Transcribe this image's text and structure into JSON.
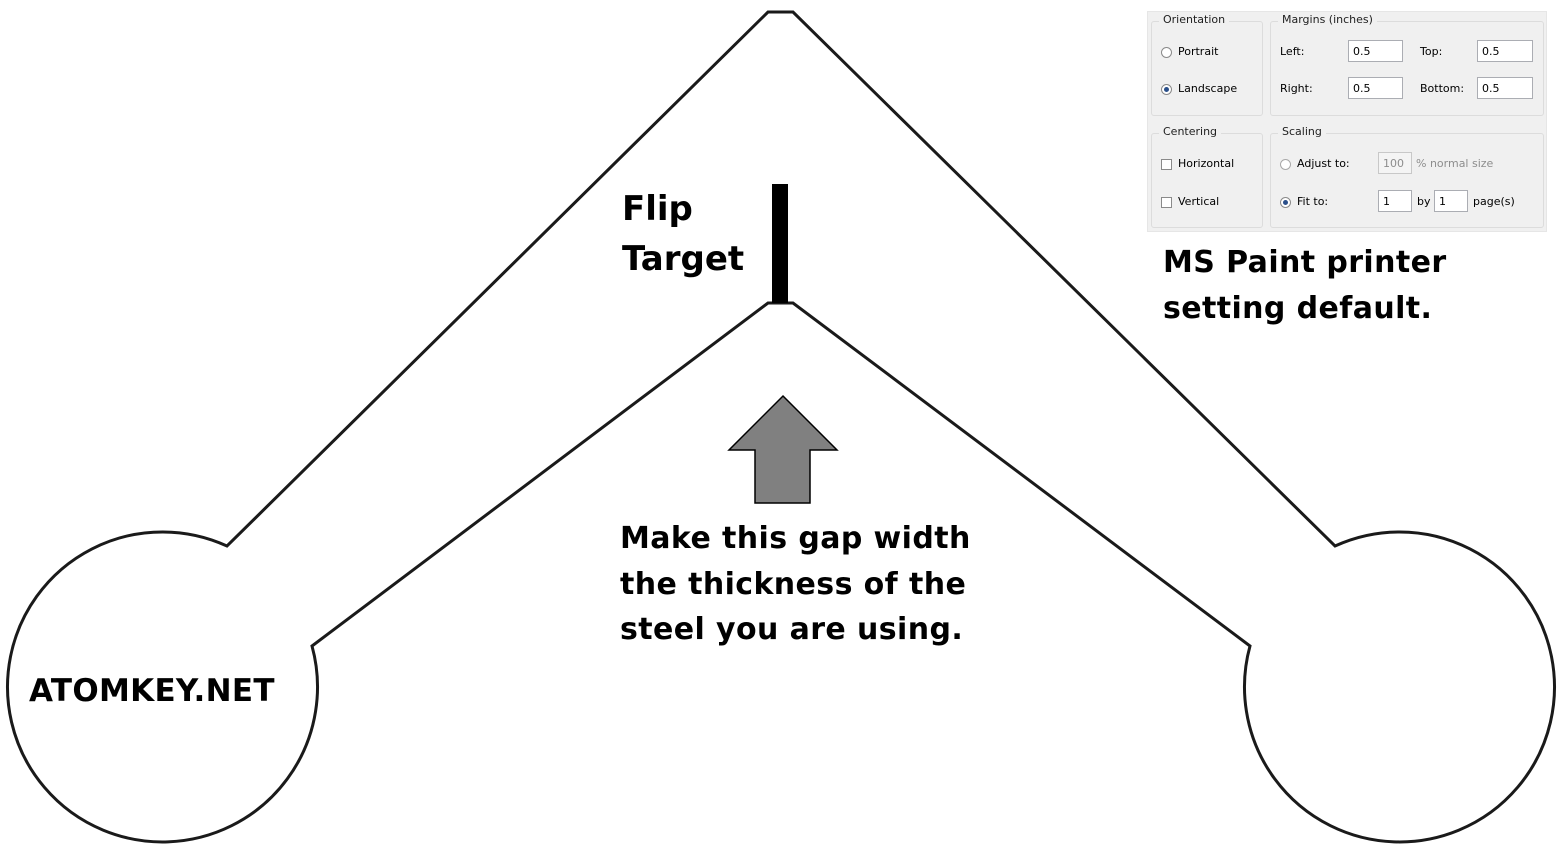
{
  "labels": {
    "flip_line1": "Flip",
    "flip_line2": "Target",
    "gap_line1": "Make this gap width",
    "gap_line2": "the thickness of the",
    "gap_line3": "steel you are using.",
    "site": "ATOMKEY.NET",
    "paint_line1": "MS Paint printer",
    "paint_line2": "setting default."
  },
  "colors": {
    "outline": "#1a1a1a",
    "arrow_fill": "#808080",
    "target_bar": "#000000",
    "dialog_bg": "#f0f0f0"
  },
  "dialog": {
    "orientation": {
      "title": "Orientation",
      "portrait": "Portrait",
      "landscape": "Landscape",
      "selected": "landscape"
    },
    "margins": {
      "title": "Margins (inches)",
      "left_label": "Left:",
      "left_value": "0.5",
      "top_label": "Top:",
      "top_value": "0.5",
      "right_label": "Right:",
      "right_value": "0.5",
      "bottom_label": "Bottom:",
      "bottom_value": "0.5"
    },
    "centering": {
      "title": "Centering",
      "horizontal": "Horizontal",
      "vertical": "Vertical"
    },
    "scaling": {
      "title": "Scaling",
      "adjust_label": "Adjust to:",
      "adjust_value": "100",
      "adjust_suffix": "% normal size",
      "fit_label": "Fit to:",
      "fit_wide": "1",
      "by_label": "by",
      "fit_tall": "1",
      "pages_label": "page(s)",
      "selected": "fit"
    }
  }
}
